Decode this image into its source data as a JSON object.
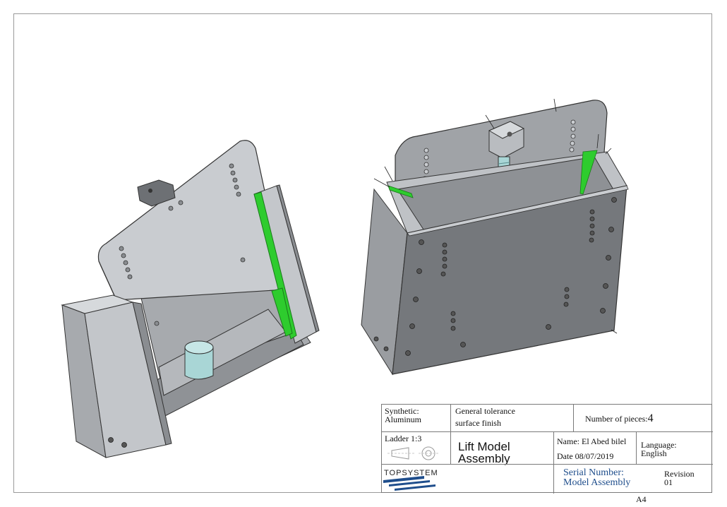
{
  "title_block": {
    "synthetic_label": "Synthetic:",
    "material": "Aluminum",
    "tolerance_line1": "General tolerance",
    "tolerance_line2": "surface finish",
    "pieces_label": "Number of pieces:",
    "pieces_value": "4",
    "ladder": "Ladder 1:3",
    "title_line1": "Lift Model",
    "title_line2": "Assembly",
    "name": "Name: El Abed bilel",
    "date": "Date 08/07/2019",
    "language_label": "Language:",
    "language_value": "English",
    "serial_line1": "Serial Number:",
    "serial_line2": "Model Assembly",
    "revision_label": "Revision",
    "revision_value": "01",
    "logo_text": "TOPSYSTEM"
  },
  "sheet_size": "A4",
  "colors": {
    "part_face": "#c9ccd0",
    "part_dark": "#8a8d91",
    "highlight_green": "#2ecc2e",
    "cylinder": "#a9d6d6",
    "serial_blue": "#1f4e8c"
  }
}
